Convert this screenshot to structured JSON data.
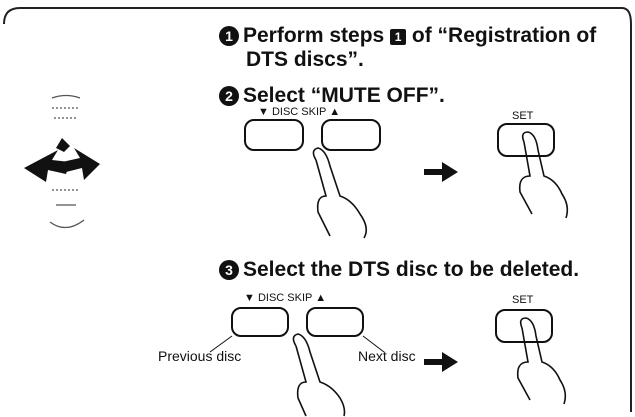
{
  "steps": [
    {
      "num": "1",
      "pre": "Perform steps",
      "box": "1",
      "post": "of “Registration of",
      "line2": "DTS discs”."
    },
    {
      "num": "2",
      "text": "Select “MUTE OFF”."
    },
    {
      "num": "3",
      "text": "Select the DTS disc to be deleted."
    }
  ],
  "labels": {
    "disc_skip": "▼ DISC SKIP ▲",
    "set": "SET",
    "previous_disc": "Previous disc",
    "next_disc": "Next disc"
  }
}
